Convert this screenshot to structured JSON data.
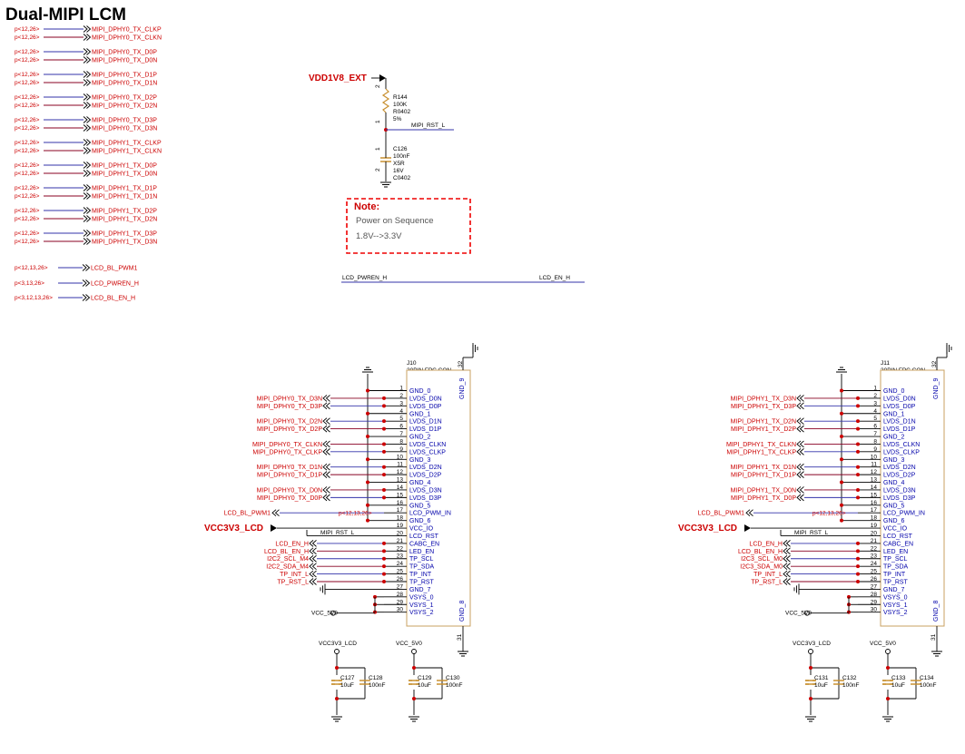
{
  "title": "Dual-MIPI LCM",
  "offpage_ref": "p<12,26>",
  "left_signals": [
    [
      "MIPI_DPHY0_TX_CLKP",
      "MIPI_DPHY0_TX_CLKN"
    ],
    [
      "MIPI_DPHY0_TX_D0P",
      "MIPI_DPHY0_TX_D0N"
    ],
    [
      "MIPI_DPHY0_TX_D1P",
      "MIPI_DPHY0_TX_D1N"
    ],
    [
      "MIPI_DPHY0_TX_D2P",
      "MIPI_DPHY0_TX_D2N"
    ],
    [
      "MIPI_DPHY0_TX_D3P",
      "MIPI_DPHY0_TX_D3N"
    ],
    [
      "MIPI_DPHY1_TX_CLKP",
      "MIPI_DPHY1_TX_CLKN"
    ],
    [
      "MIPI_DPHY1_TX_D0P",
      "MIPI_DPHY1_TX_D0N"
    ],
    [
      "MIPI_DPHY1_TX_D1P",
      "MIPI_DPHY1_TX_D1N"
    ],
    [
      "MIPI_DPHY1_TX_D2P",
      "MIPI_DPHY1_TX_D2N"
    ],
    [
      "MIPI_DPHY1_TX_D3P",
      "MIPI_DPHY1_TX_D3N"
    ]
  ],
  "ctrl_signals": [
    {
      "ref": "p<12,13,26>",
      "name": "LCD_BL_PWM1"
    },
    {
      "ref": "p<3,13,26>",
      "name": "LCD_PWREN_H"
    },
    {
      "ref": "p<3,12,13,26>",
      "name": "LCD_BL_EN_H"
    }
  ],
  "reset": {
    "rail": "VDD1V8_EXT",
    "resistor": [
      "R144",
      "100K",
      "R0402",
      "5%"
    ],
    "net": "MIPI_RST_L",
    "capacitor": [
      "C126",
      "100nF",
      "X5R",
      "16V",
      "C0402"
    ],
    "pin_top": "2",
    "pin_bot": "1",
    "cpin_top": "1",
    "cpin_bot": "2"
  },
  "note": {
    "title": "Note:",
    "line1": "Power on Sequence",
    "line2": "1.8V-->3.3V"
  },
  "pwr_link": {
    "left": "LCD_PWREN_H",
    "right": "LCD_EN_H"
  },
  "connectors": [
    {
      "ref": "J10",
      "part": "30PIN FPC CON",
      "gnd9": "GND_9",
      "gnd8": "GND_8",
      "p32": "32",
      "p31": "31",
      "rail": "VCC3V3_LCD",
      "rst": "MIPI_RST_L",
      "vcc5": "VCC_5V0",
      "bl_net": "LCD_BL_PWM1",
      "bl_ref": "p<12,13,26>",
      "ext": [
        {
          "pin": 2,
          "net": "MIPI_DPHY0_TX_D3N"
        },
        {
          "pin": 3,
          "net": "MIPI_DPHY0_TX_D3P"
        },
        {
          "pin": 5,
          "net": "MIPI_DPHY0_TX_D2N"
        },
        {
          "pin": 6,
          "net": "MIPI_DPHY0_TX_D2P"
        },
        {
          "pin": 8,
          "net": "MIPI_DPHY0_TX_CLKN"
        },
        {
          "pin": 9,
          "net": "MIPI_DPHY0_TX_CLKP"
        },
        {
          "pin": 11,
          "net": "MIPI_DPHY0_TX_D1N"
        },
        {
          "pin": 12,
          "net": "MIPI_DPHY0_TX_D1P"
        },
        {
          "pin": 14,
          "net": "MIPI_DPHY0_TX_D0N"
        },
        {
          "pin": 15,
          "net": "MIPI_DPHY0_TX_D0P"
        },
        {
          "pin": 21,
          "net": "LCD_EN_H"
        },
        {
          "pin": 22,
          "net": "LCD_BL_EN_H"
        },
        {
          "pin": 23,
          "net": "I2C2_SCL_M4"
        },
        {
          "pin": 24,
          "net": "I2C2_SDA_M4"
        },
        {
          "pin": 25,
          "net": "TP_INT_L"
        },
        {
          "pin": 26,
          "net": "TP_RST_L"
        }
      ],
      "caps": [
        {
          "rail": "VCC3V3_LCD",
          "a": "C127",
          "av": "10uF",
          "b": "C128",
          "bv": "100nF"
        },
        {
          "rail": "VCC_5V0",
          "a": "C129",
          "av": "10uF",
          "b": "C130",
          "bv": "100nF"
        }
      ]
    },
    {
      "ref": "J11",
      "part": "30PIN FPC CON",
      "gnd9": "GND_9",
      "gnd8": "GND_8",
      "p32": "32",
      "p31": "31",
      "rail": "VCC3V3_LCD",
      "rst": "MIPI_RST_L",
      "vcc5": "VCC_5V0",
      "bl_net": "LCD_BL_PWM1",
      "bl_ref": "p<12,13,26>",
      "ext": [
        {
          "pin": 2,
          "net": "MIPI_DPHY1_TX_D3N"
        },
        {
          "pin": 3,
          "net": "MIPI_DPHY1_TX_D3P"
        },
        {
          "pin": 5,
          "net": "MIPI_DPHY1_TX_D2N"
        },
        {
          "pin": 6,
          "net": "MIPI_DPHY1_TX_D2P"
        },
        {
          "pin": 8,
          "net": "MIPI_DPHY1_TX_CLKN"
        },
        {
          "pin": 9,
          "net": "MIPI_DPHY1_TX_CLKP"
        },
        {
          "pin": 11,
          "net": "MIPI_DPHY1_TX_D1N"
        },
        {
          "pin": 12,
          "net": "MIPI_DPHY1_TX_D1P"
        },
        {
          "pin": 14,
          "net": "MIPI_DPHY1_TX_D0N"
        },
        {
          "pin": 15,
          "net": "MIPI_DPHY1_TX_D0P"
        },
        {
          "pin": 21,
          "net": "LCD_EN_H"
        },
        {
          "pin": 22,
          "net": "LCD_BL_EN_H"
        },
        {
          "pin": 23,
          "net": "I2C3_SCL_M0"
        },
        {
          "pin": 24,
          "net": "I2C3_SDA_M0"
        },
        {
          "pin": 25,
          "net": "TP_INT_L"
        },
        {
          "pin": 26,
          "net": "TP_RST_L"
        }
      ],
      "caps": [
        {
          "rail": "VCC3V3_LCD",
          "a": "C131",
          "av": "10uF",
          "b": "C132",
          "bv": "100nF"
        },
        {
          "rail": "VCC_5V0",
          "a": "C133",
          "av": "10uF",
          "b": "C134",
          "bv": "100nF"
        }
      ]
    }
  ],
  "pins": [
    "GND_0",
    "LVDS_D0N",
    "LVDS_D0P",
    "GND_1",
    "LVDS_D1N",
    "LVDS_D1P",
    "GND_2",
    "LVDS_CLKN",
    "LVDS_CLKP",
    "GND_3",
    "LVDS_D2N",
    "LVDS_D2P",
    "GND_4",
    "LVDS_D3N",
    "LVDS_D3P",
    "GND_5",
    "LCD_PWM_IN",
    "GND_6",
    "VCC_IO",
    "LCD_RST",
    "CABC_EN",
    "LED_EN",
    "TP_SCL",
    "TP_SDA",
    "TP_INT",
    "TP_RST",
    "GND_7",
    "VSYS_0",
    "VSYS_1",
    "VSYS_2"
  ],
  "colors": {
    "net_red": "#cc0000",
    "pin_blue": "#0000aa",
    "wire": "#3333aa",
    "box": "#c8a060"
  }
}
